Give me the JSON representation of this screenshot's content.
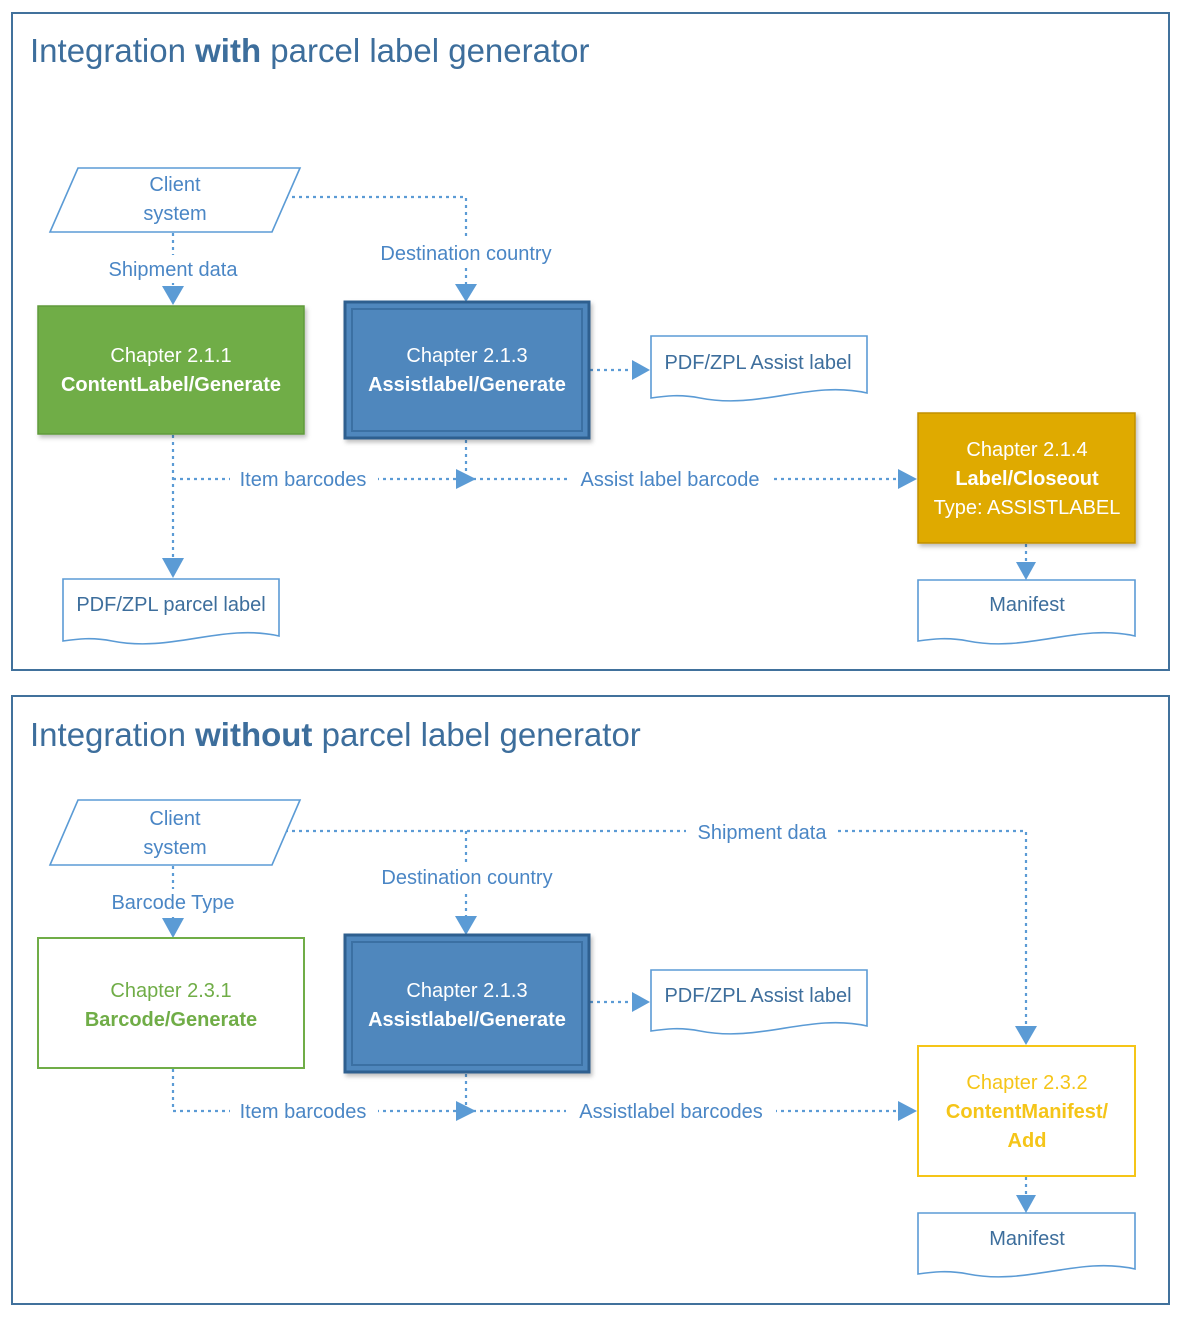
{
  "panel_top": {
    "title_pre": "Integration ",
    "title_bold": "with",
    "title_post": " parcel label generator",
    "client": {
      "line1": "Client",
      "line2": "system"
    },
    "edge_shipment": "Shipment data",
    "edge_destination": "Destination country",
    "box_content": {
      "chapter": "Chapter 2.1.1",
      "name": "ContentLabel/Generate",
      "color": "#70ad47"
    },
    "box_assist": {
      "chapter": "Chapter 2.1.3",
      "name": "Assistlabel/Generate",
      "color": "#4f87bd"
    },
    "doc_assist": "PDF/ZPL Assist label",
    "edge_items": "Item barcodes",
    "edge_assist": "Assist label barcode",
    "box_closeout": {
      "chapter": "Chapter 2.1.4",
      "name": "Label/Closeout",
      "extra": "Type: ASSISTLABEL",
      "color": "#dfaa06"
    },
    "doc_parcel": "PDF/ZPL parcel label",
    "doc_manifest": "Manifest"
  },
  "panel_bottom": {
    "title_pre": "Integration ",
    "title_bold": "without",
    "title_post": " parcel label generator",
    "client": {
      "line1": "Client",
      "line2": "system"
    },
    "edge_shipment": "Shipment data",
    "edge_destination": "Destination country",
    "edge_barcode_type": "Barcode Type",
    "box_barcode": {
      "chapter": "Chapter 2.3.1",
      "name": "Barcode/Generate",
      "color": "#70ad47"
    },
    "box_assist": {
      "chapter": "Chapter 2.1.3",
      "name": "Assistlabel/Generate",
      "color": "#4f87bd"
    },
    "doc_assist": "PDF/ZPL Assist label",
    "edge_items": "Item barcodes",
    "edge_assist": "Assistlabel barcodes",
    "box_manifest": {
      "chapter": "Chapter 2.3.2",
      "name_line1": "ContentManifest/",
      "name_line2": "Add",
      "color": "#f5c518"
    },
    "doc_manifest": "Manifest"
  }
}
